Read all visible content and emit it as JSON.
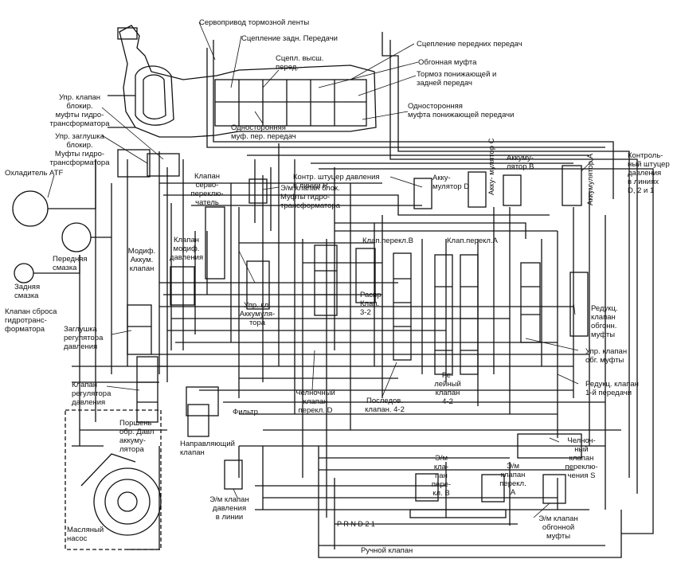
{
  "labels": {
    "brake_band_servo": "Сервопривод тормозной ленты",
    "rear_clutch": "Сцепление задн. Передачи",
    "front_clutch": "Сцепление передних передач",
    "high_clutch": "Сцепл. высш.\nперед.",
    "overrun_clutch": "Обгонная муфта",
    "low_reverse_brake": "Тормоз понижающей и\nзадней передач",
    "low_oneway_clutch": "Односторонняя\nмуфта понижающей передачи",
    "forward_oneway_clutch": "Односторонняя\nмуф. пер. передач",
    "lockup_control_valve": "Упр. клапан\nблокир.\nмуфты гидро-\nтрансформатора",
    "lockup_control_plug": "Упр. заглушка\nблокир.\nМуфты гидро-\nтрансформатора",
    "atf_cooler": "Охладитель ATF",
    "front_lube": "Передняя\nсмазка",
    "rear_lube": "Задняя\nсмазка",
    "tc_relief_valve": "Клапан сброса\nгидротранс-\nформатора",
    "servo_switch_valve": "Клапан\nсерво-\nпереклю-\nчатель",
    "pressure_mod_valve": "Клапан\nмодиф.\nдавления",
    "accum_mod_valve": "Модиф.\nАккум.\nклапан",
    "regulator_plug": "Заглушка\nрегулятора\nдавления",
    "pressure_regulator_valve": "Клапан\nрегулятора\nдавления",
    "accum_backpressure_piston": "Поршень\nобр. Давл\nаккуму-\nлятора",
    "oil_pump": "Масляный\nнасос",
    "filter": "Фильтр",
    "pilot_valve": "Направляющий\nклапан",
    "line_pressure_solenoid": "Э/м клапан\nдавления\nв линии",
    "r_line_test_port": "Контр. штуцер давления\nв линии R",
    "lockup_solenoid": "Э/м клапан блок.\nМуфты гидро-\nтрансформатора",
    "accumulator_d": "Акку-\nмулятор D",
    "accumulator_c": "Акку-\nмулятор C",
    "accumulator_b": "Аккуму-\nлятор B",
    "accumulator_a": "Аккумулятор A",
    "test_port_d21": "Контроль-\nный штуцер\nдавления\nв линиях\nD, 2 и 1",
    "shift_valve_b": "Клап.перекл.B",
    "shift_valve_a": "Клап.перекл.A",
    "accum_control_valve": "Упр. кл.\nАккумуля-\nтора",
    "timing_valve_32": "Распр.\nКлап.\n3-2",
    "overrun_reducing_valve": "Редукц.\nклапан\nобгонн.\nмуфты",
    "overrun_control_valve": "Упр. клапан\nобг. муфты",
    "first_reducing_valve": "Редукц. клапан\n1-й передачи",
    "relay_valve_42": "Ре-\nлейный\nклапан\n4-2",
    "shuttle_shift_d": "Челночный\nклапан\nперекл. D",
    "sequence_valve_42": "Последов.\nклапан. 4-2",
    "shuttle_shift_s": "Челноч-\nный\nклапан\nпереклю-\nчения S",
    "shift_solenoid_b": "Э/м\nкла-\nпан\nпере-\nкл. B",
    "shift_solenoid_a": "Э/м\nклапан\nперекл.\nA",
    "overrun_solenoid": "Э/м клапан\nобгонной\nмуфты",
    "manual_valve": "Ручной клапан",
    "selector_positions": "P R N D 2 1"
  }
}
